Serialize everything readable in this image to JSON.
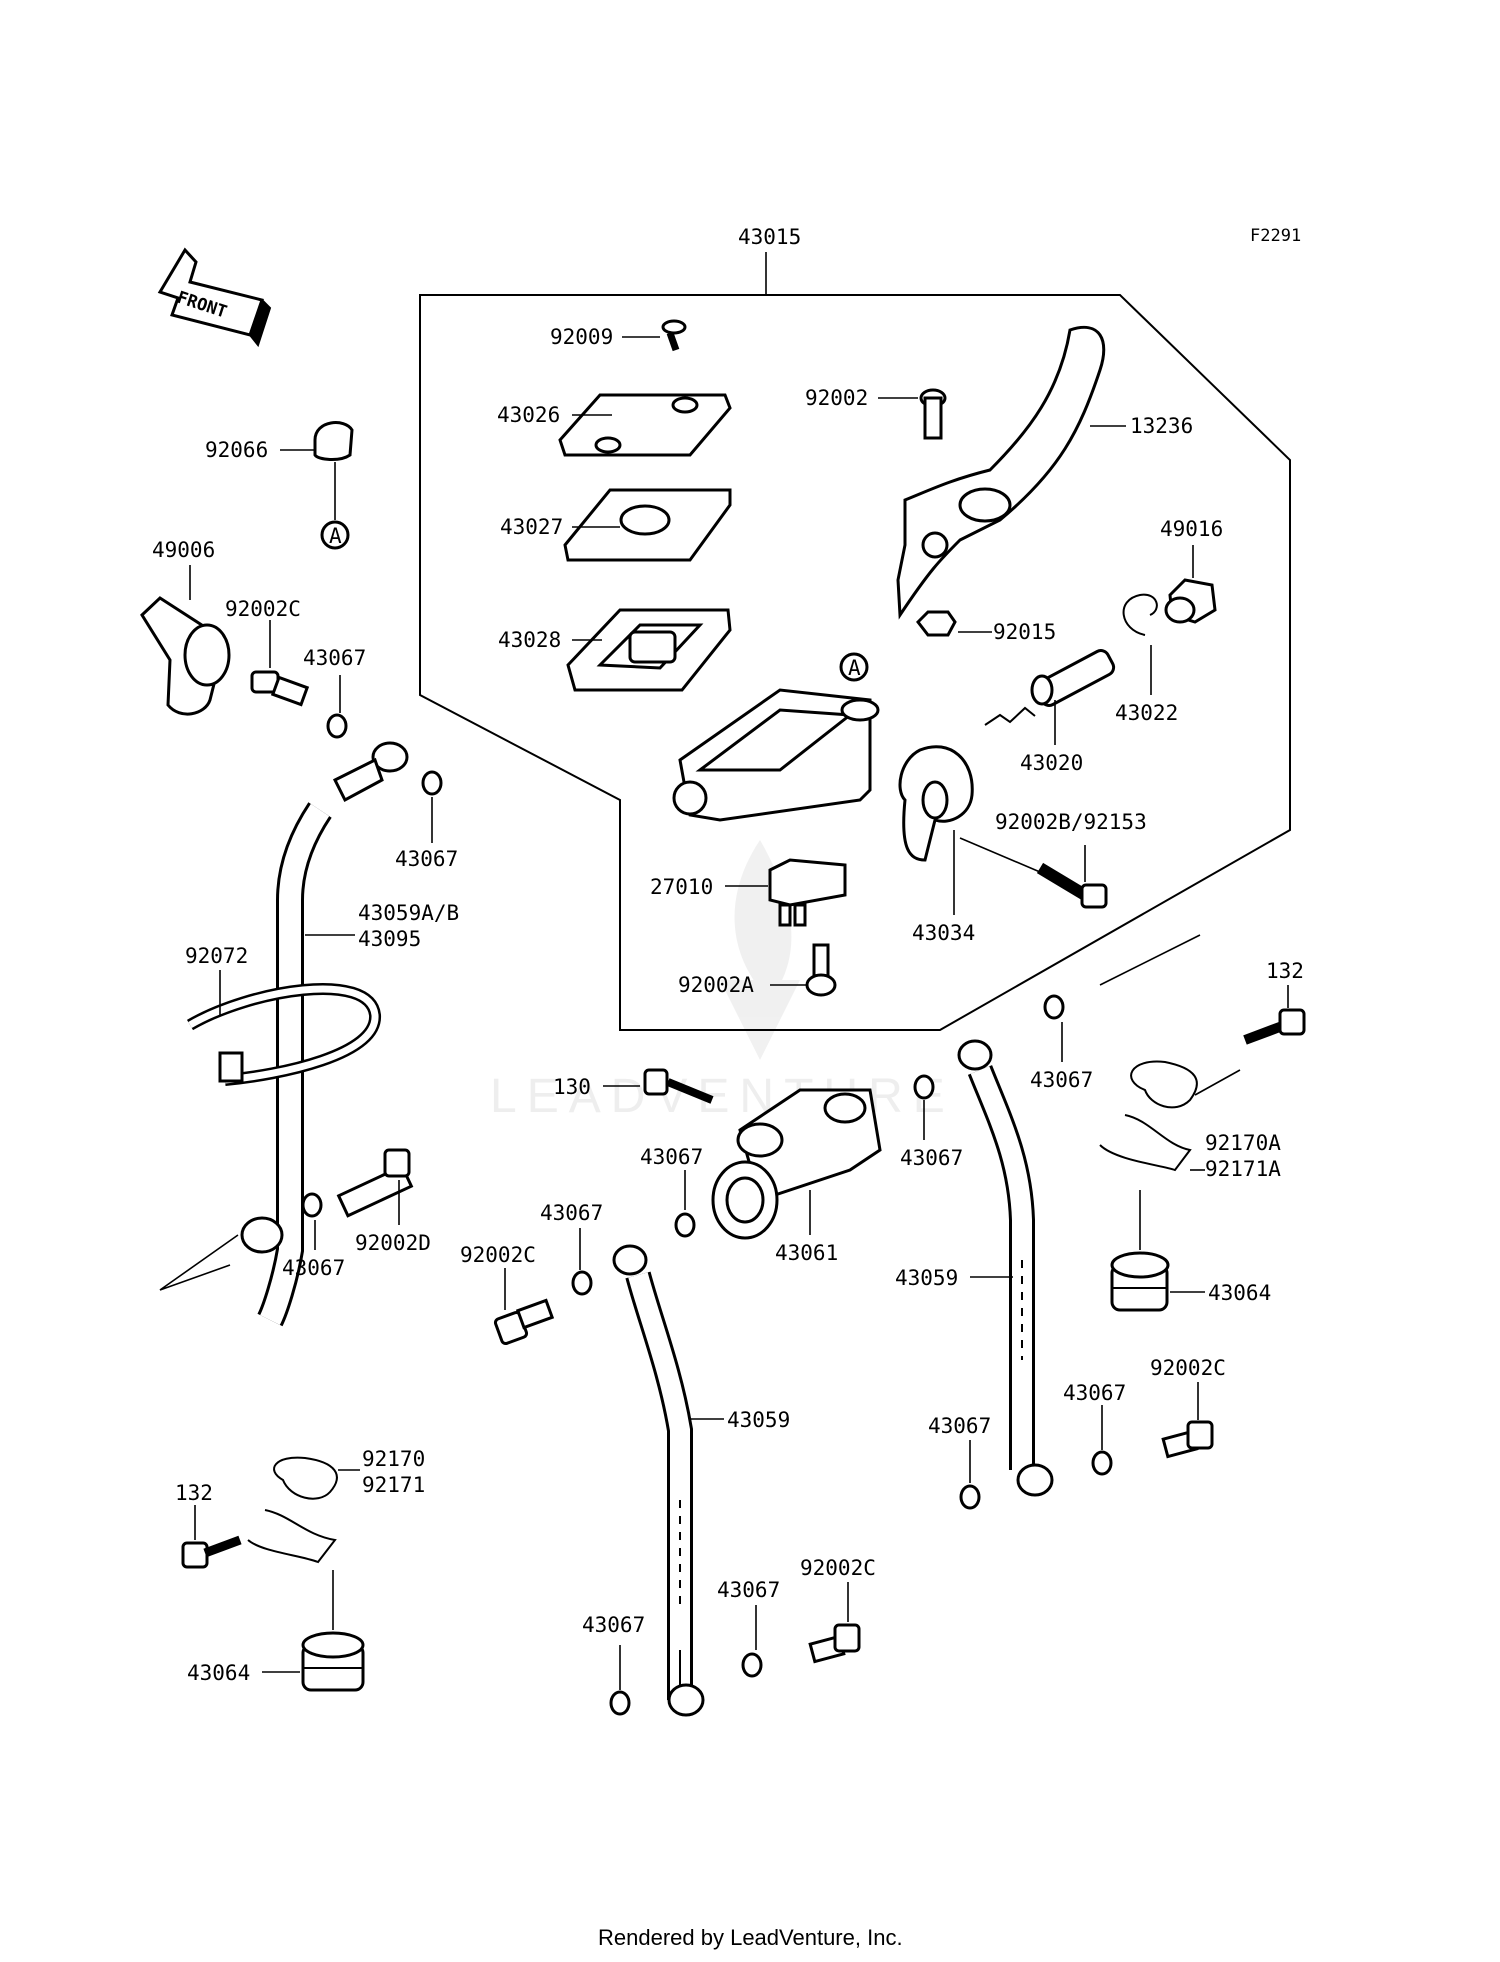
{
  "diagram": {
    "code": "F2291",
    "front_arrow_label": "FRONT",
    "watermark": "LEADVENTURE",
    "footer": "Rendered by LeadVenture, Inc.",
    "labels": {
      "p43015": "43015",
      "p92009": "92009",
      "p43026": "43026",
      "p43027": "43027",
      "p43028": "43028",
      "p92002": "92002",
      "p13236": "13236",
      "p49016": "49016",
      "p92015": "92015",
      "p43022": "43022",
      "p43020": "43020",
      "p92002B": "92002B/92153",
      "p43034": "43034",
      "p27010": "27010",
      "p92002A": "92002A",
      "p92066": "92066",
      "p49006": "49006",
      "p92002C_1": "92002C",
      "p43067_1": "43067",
      "p43067_2": "43067",
      "p43059AB": "43059A/B",
      "p43095": "43095",
      "p92072": "92072",
      "p92002D": "92002D",
      "p43067_3": "43067",
      "p130": "130",
      "p43067_4": "43067",
      "p43061": "43061",
      "p43067_5": "43067",
      "p92002C_2": "92002C",
      "p43059_1": "43059",
      "p43067_6": "43067",
      "p43059_2": "43059",
      "p43067_7": "43067",
      "p132_1": "132",
      "p92170A": "92170A",
      "p92171A": "92171A",
      "p43064_1": "43064",
      "p92002C_3": "92002C",
      "p43067_8": "43067",
      "p43067_9": "43067",
      "p92170": "92170",
      "p92171": "92171",
      "p132_2": "132",
      "p43064_2": "43064",
      "p43067_10": "43067",
      "p43067_11": "43067",
      "p92002C_4": "92002C",
      "callout_a": "A"
    }
  }
}
